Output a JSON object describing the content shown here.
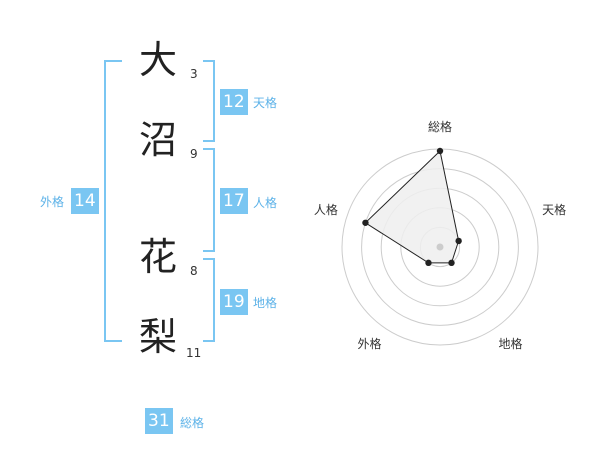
{
  "name": {
    "characters": [
      {
        "char": "大",
        "strokes": "3"
      },
      {
        "char": "沼",
        "strokes": "9"
      },
      {
        "char": "花",
        "strokes": "8"
      },
      {
        "char": "梨",
        "strokes": "11"
      }
    ]
  },
  "fortunes": {
    "tenkaku": {
      "value": "12",
      "label": "天格"
    },
    "jinkaku": {
      "value": "17",
      "label": "人格"
    },
    "chikaku": {
      "value": "19",
      "label": "地格"
    },
    "gaikaku": {
      "value": "14",
      "label": "外格"
    },
    "soukaku": {
      "value": "31",
      "label": "総格"
    }
  },
  "radar": {
    "axes": [
      {
        "label": "総格",
        "value": 0.98
      },
      {
        "label": "天格",
        "value": 0.2
      },
      {
        "label": "地格",
        "value": 0.2
      },
      {
        "label": "外格",
        "value": 0.2
      },
      {
        "label": "人格",
        "value": 0.8
      }
    ],
    "fill_color": "#eeeeee",
    "line_color": "#222222",
    "grid_color": "#cccccc"
  }
}
